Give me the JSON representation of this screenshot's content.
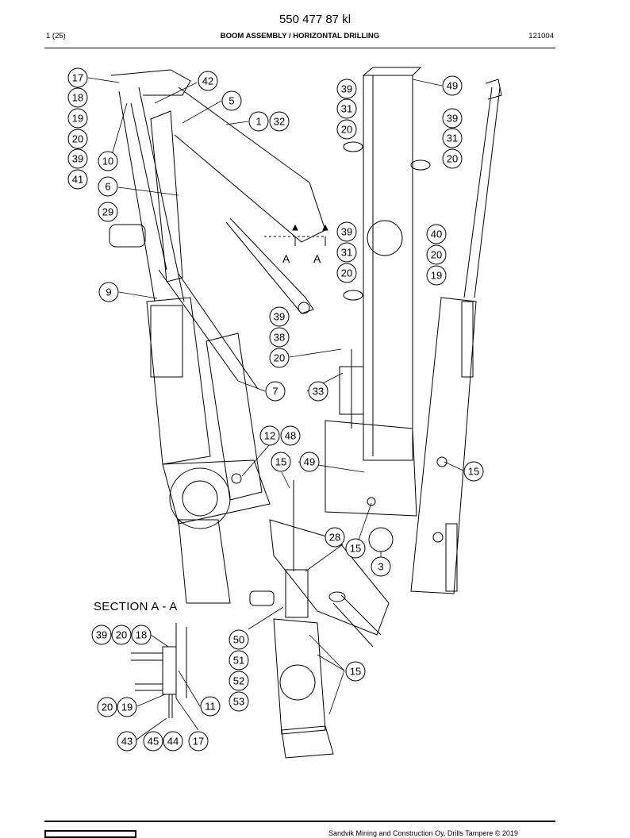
{
  "header": {
    "doc_number": "550 477 87 kl",
    "page": "1 (25)",
    "title": "BOOM ASSEMBLY / HORIZONTAL DRILLING",
    "code": "121004"
  },
  "drawing": {
    "section_label": "SECTION  A - A",
    "section_marks": [
      "A",
      "A"
    ]
  },
  "callouts": [
    "17",
    "18",
    "19",
    "20",
    "39",
    "41",
    "10",
    "6",
    "29",
    "42",
    "5",
    "1",
    "32",
    "39",
    "31",
    "20",
    "49",
    "39",
    "31",
    "20",
    "39",
    "31",
    "20",
    "40",
    "20",
    "19",
    "9",
    "39",
    "38",
    "20",
    "7",
    "33",
    "12",
    "48",
    "15",
    "49",
    "15",
    "28",
    "15",
    "3",
    "39",
    "20",
    "18",
    "50",
    "51",
    "52",
    "53",
    "15",
    "20",
    "19",
    "11",
    "43",
    "45",
    "44",
    "17"
  ],
  "footer": {
    "copyright": "Sandvik Mining and Construction Oy, Drills Tampere © 2019"
  }
}
